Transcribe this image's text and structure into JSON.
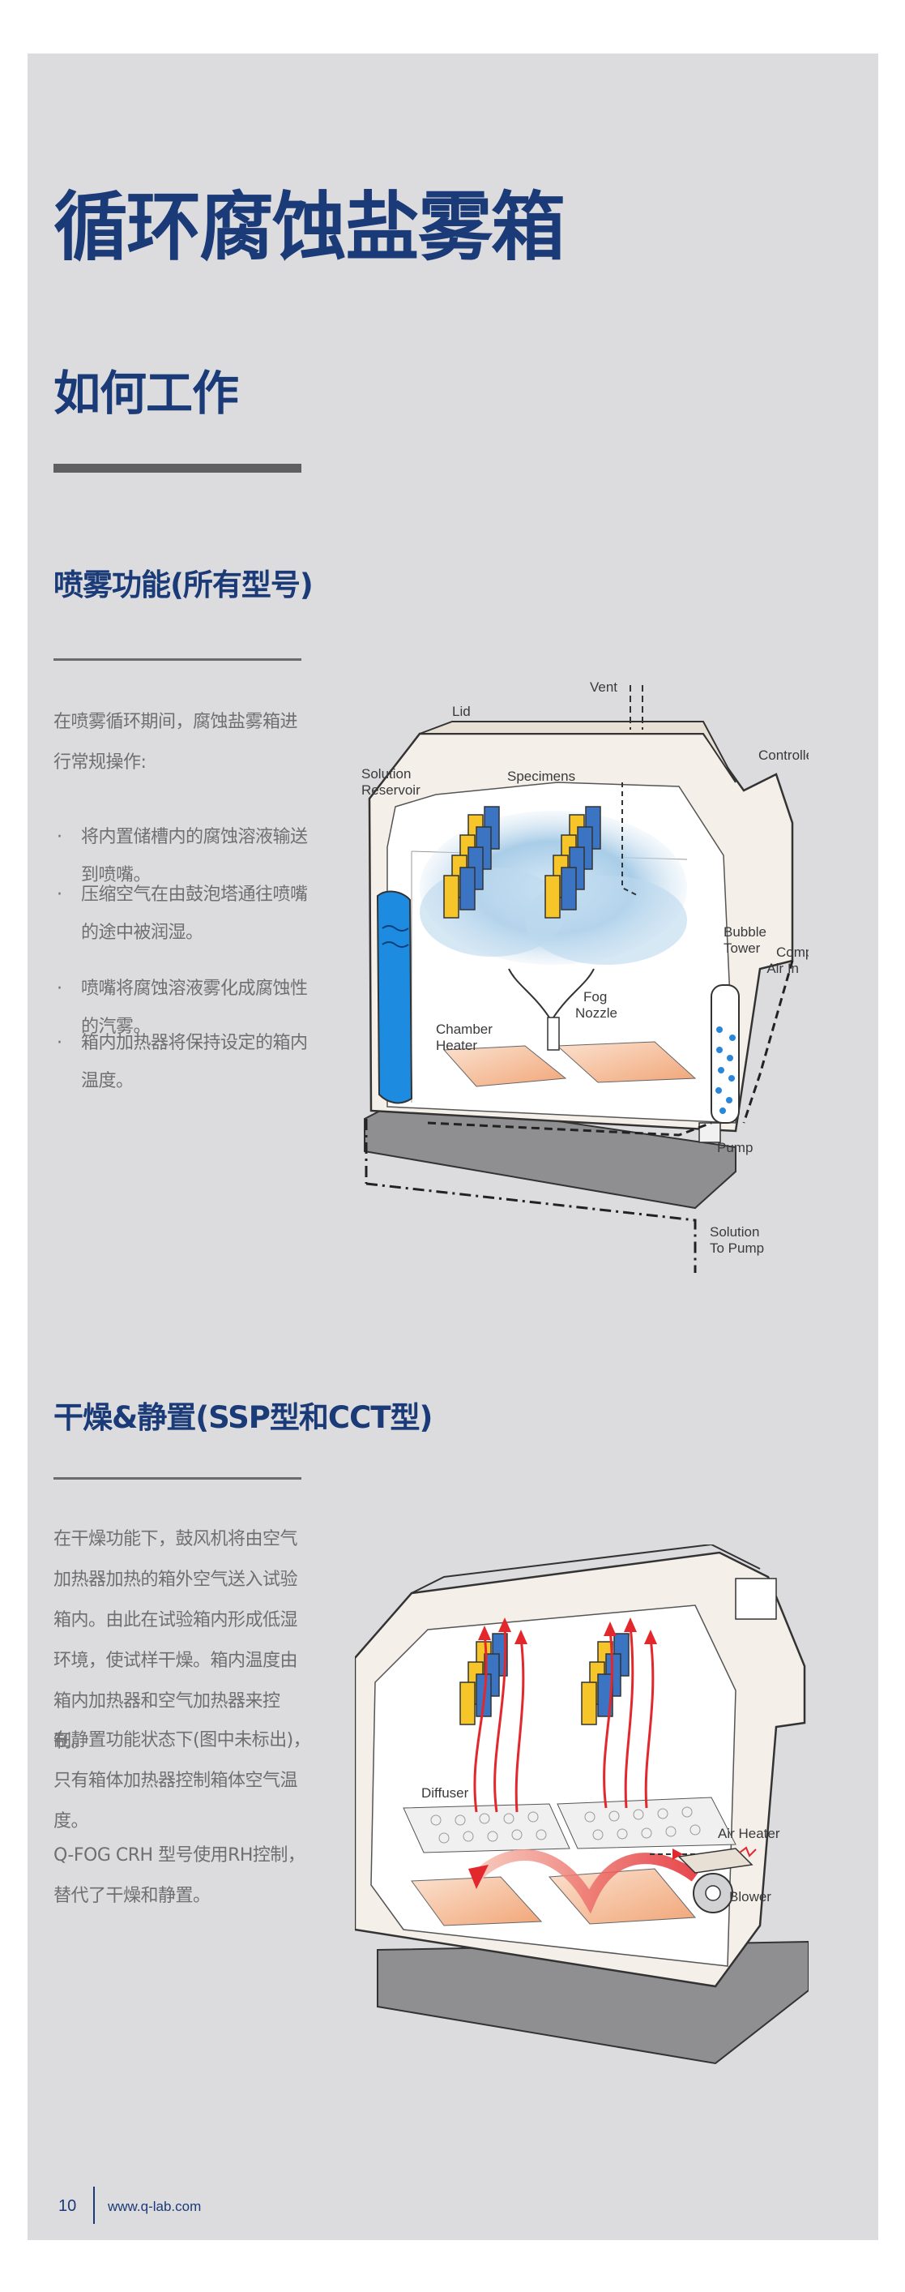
{
  "page": {
    "title": "循环腐蚀盐雾箱",
    "subtitle": "如何工作"
  },
  "fog_section": {
    "heading": "喷雾功能(所有型号)",
    "intro": "在喷雾循环期间，腐蚀盐雾箱进行常规操作:",
    "bullets": [
      "将内置储槽内的腐蚀溶液输送到喷嘴。",
      "压缩空气在由鼓泡塔通往喷嘴的途中被润湿。",
      "喷嘴将腐蚀溶液雾化成腐蚀性的汽雾。",
      "箱内加热器将保持设定的箱内温度。"
    ],
    "diagram_labels": {
      "lid": "Lid",
      "vent": "Vent",
      "controller": "Controller",
      "solution_reservoir_1": "Solution",
      "solution_reservoir_2": "Reservoir",
      "specimens": "Specimens",
      "bubble_tower_1": "Bubble",
      "bubble_tower_2": "Tower",
      "compressed_air_1": "Compressed",
      "compressed_air_2": "Air In",
      "fog_nozzle_1": "Fog",
      "fog_nozzle_2": "Nozzle",
      "chamber_heater_1": "Chamber",
      "chamber_heater_2": "Heater",
      "pump": "Pump",
      "solution_to_pump_1": "Solution",
      "solution_to_pump_2": "To Pump"
    }
  },
  "dry_section": {
    "heading": "干燥&静置(SSP型和CCT型)",
    "paragraphs": [
      "在干燥功能下，鼓风机将由空气加热器加热的箱外空气送入试验箱内。由此在试验箱内形成低湿环境，使试样干燥。箱内温度由箱内加热器和空气加热器来控制。",
      "在静置功能状态下(图中未标出)，只有箱体加热器控制箱体空气温度。",
      "Q-FOG CRH 型号使用RH控制，替代了干燥和静置。"
    ],
    "diagram_labels": {
      "diffuser": "Diffuser",
      "air_heater": "Air Heater",
      "blower": "Blower"
    }
  },
  "footer": {
    "page_number": "10",
    "url": "www.q-lab.com"
  },
  "colors": {
    "brand_blue": "#1a3a78",
    "panel_gray": "#dcdcde",
    "text_gray": "#6f6f72",
    "cabinet": "#f4efe8",
    "specimen_yellow": "#f5c52a",
    "specimen_blue": "#3c74c4",
    "fog_blue": "#9fc6e6",
    "heater_orange": "#f3b38a",
    "arrow_red": "#e3282d"
  }
}
